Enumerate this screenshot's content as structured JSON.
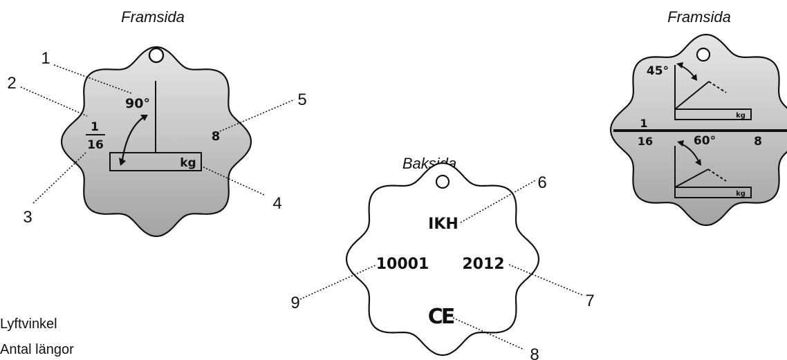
{
  "front_title": "Framsida",
  "back_title": "Baksida",
  "front_tag": {
    "angle": "90°",
    "legs_numerator": "1",
    "legs_denominator": "16",
    "wll": "8",
    "unit": "kg"
  },
  "callouts": [
    "1",
    "2",
    "3",
    "4",
    "5",
    "6",
    "7",
    "8",
    "9"
  ],
  "back_tag": {
    "manufacturer": "IKH",
    "serial": "10001",
    "year": "2012",
    "mark": "CE"
  },
  "split_tag": {
    "angle_top": "45°",
    "angle_bottom": "60°",
    "legs_numerator": "1",
    "legs_denominator": "16",
    "wll": "8",
    "unit": "kg"
  },
  "legend": [
    "Lyftvinkel",
    "Antal längor"
  ],
  "colors": {
    "tag_fill_light": "#e6e6e6",
    "tag_fill_dark": "#a3a3a3",
    "outline": "#111111"
  }
}
